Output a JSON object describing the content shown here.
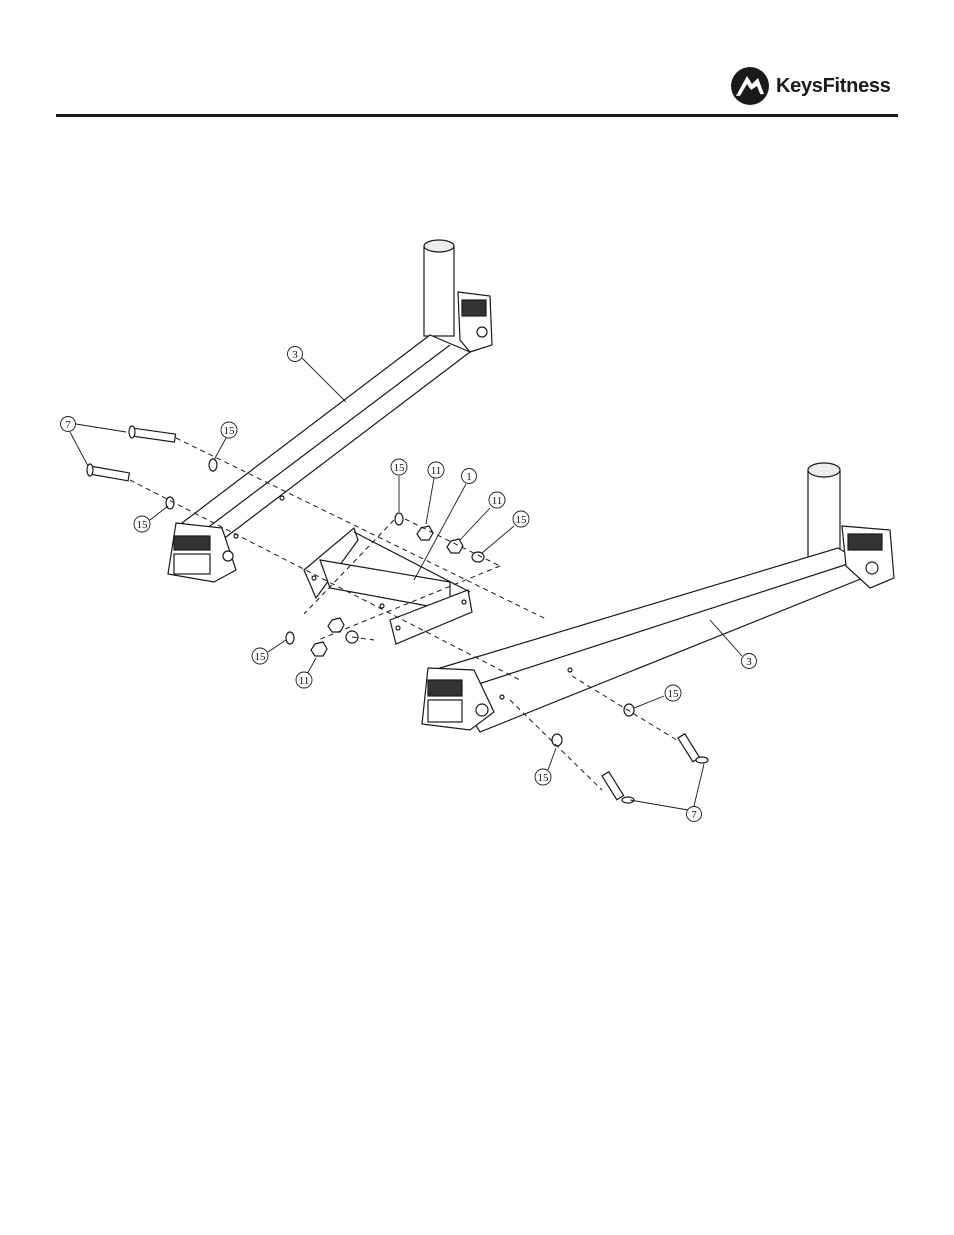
{
  "brand": {
    "name_part1": "Keys",
    "name_part2": "Fitness",
    "icon": "keys-fitness-logo-icon"
  },
  "callouts": {
    "c_3_top": "3",
    "c_3_bottom": "3",
    "c_7_left": "7",
    "c_7_right": "7",
    "c_15_a": "15",
    "c_15_b": "15",
    "c_15_c": "15",
    "c_15_d": "15",
    "c_15_e": "15",
    "c_15_f": "15",
    "c_15_g": "15",
    "c_11_a": "11",
    "c_11_b": "11",
    "c_11_c": "11",
    "c_1": "1"
  }
}
